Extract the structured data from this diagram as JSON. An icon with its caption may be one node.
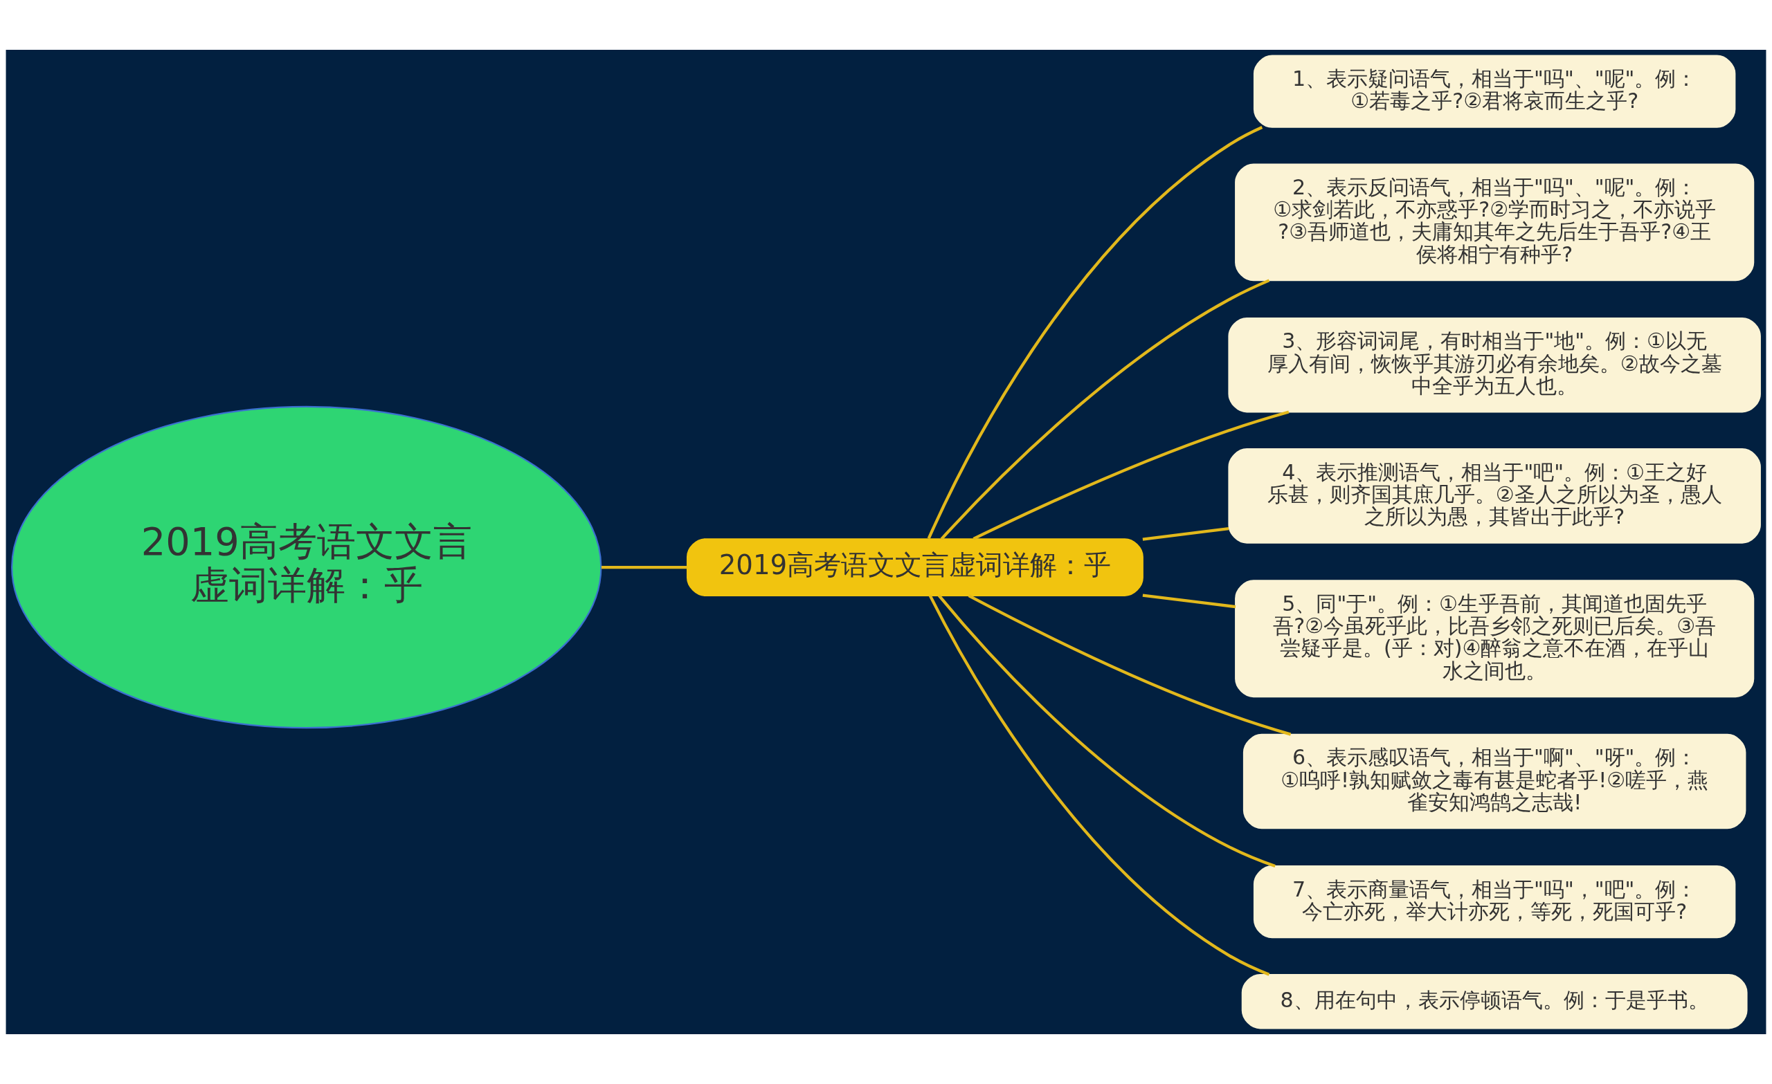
{
  "diagram": {
    "nodes": [
      {
        "text": [
          "2019高考语文文言虚词详解：乎"
        ]
      },
      {
        "text": [
          "2019高考语文文言虚词详解：乎"
        ]
      },
      {
        "text": [
          "1、表示疑问语气，相当于\"吗\"、\"呢\"。例：①若毒之乎?②君将哀而生之乎?"
        ]
      },
      {
        "text": [
          "2、表示反问语气，相当于\"吗\"、\"呢\"。例：①求剑若此，不亦惑乎?②学而时习之，不亦说乎?③吾师道也，夫庸知其年之先后生于吾乎?④王侯将相宁有种乎?"
        ]
      },
      {
        "text": [
          "3、形容词词尾，有时相当于\"地\"。例：①以无厚入有间，恢恢乎其游刃必有余地矣。②故今之墓中全乎为五人也。"
        ]
      },
      {
        "text": [
          "4、表示推测语气，相当于\"吧\"。例：①王之好乐甚，则齐国其庶几乎。②圣人之所以为圣，愚人之所以为愚，其皆出于此乎?"
        ]
      },
      {
        "text": [
          "5、同\"于\"。例：①生乎吾前，其闻道也固先乎吾?②今虽死乎此，比吾乡邻之死则已后矣。③吾尝疑乎是。(乎：对)④醉翁之意不在酒，在乎山水之间也。"
        ]
      },
      {
        "text": [
          "6、表示感叹语气，相当于\"啊\"、\"呀\"。例：①呜呼!孰知赋敛之毒有甚是蛇者乎!②嗟乎，燕雀安知鸿鹄之志哉!"
        ]
      },
      {
        "text": [
          "7、表示商量语气，相当于\"吗\"，\"吧\"。例：今亡亦死，举大计亦死，等死，死国可乎?"
        ]
      },
      {
        "text": [
          "8、用在句中，表示停顿语气。例：于是乎书。"
        ]
      }
    ],
    "edges": [
      {
        "from": 0,
        "to": 1,
        "arrow": "none"
      },
      {
        "from": 1,
        "to": 2,
        "arrow": "none"
      },
      {
        "from": 1,
        "to": 3,
        "arrow": "none"
      },
      {
        "from": 1,
        "to": 4,
        "arrow": "none"
      },
      {
        "from": 1,
        "to": 5,
        "arrow": "none"
      },
      {
        "from": 1,
        "to": 6,
        "arrow": "none"
      },
      {
        "from": 1,
        "to": 7,
        "arrow": "none"
      },
      {
        "from": 1,
        "to": 8,
        "arrow": "none"
      },
      {
        "from": 1,
        "to": 9,
        "arrow": "none"
      }
    ]
  }
}
